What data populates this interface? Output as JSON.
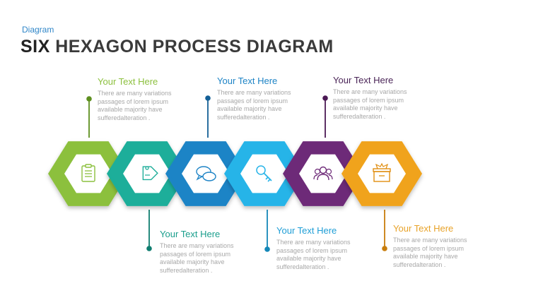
{
  "header": {
    "subtitle": "Diagram",
    "title_word1": "SIX",
    "title_rest": "HEXAGON PROCESS DIAGRAM"
  },
  "colors": {
    "accent_blue": "#2f86c8",
    "text_grey": "#a8a8a8"
  },
  "steps": [
    {
      "title": "Your Text Here",
      "body": "There are many variations passages of lorem ipsum available  majority have sufferedalteration .",
      "icon": "clipboard-icon",
      "color": "#8cc03e",
      "color_dark": "#5d8f1f",
      "title_color": "#8cc03e"
    },
    {
      "title": "Your Text Here",
      "body": "There are many variations passages of lorem ipsum available  majority have sufferedalteration .",
      "icon": "tag-icon",
      "color": "#1fae9a",
      "color_dark": "#0f7d6f",
      "title_color": "#1a9e8c"
    },
    {
      "title": "Your Text Here",
      "body": "There are many variations passages of lorem ipsum available  majority have sufferedalteration .",
      "icon": "chat-bubbles-icon",
      "color": "#1e84c6",
      "color_dark": "#135f96",
      "title_color": "#1e84c6"
    },
    {
      "title": "Your Text Here",
      "body": "There are many variations passages of lorem ipsum available  majority have sufferedalteration .",
      "icon": "key-icon",
      "color": "#28b4e8",
      "color_dark": "#1487b8",
      "title_color": "#1f9ed6"
    },
    {
      "title": "Your Text Here",
      "body": "There are many variations passages of lorem ipsum available  majority have sufferedalteration .",
      "icon": "users-icon",
      "color": "#6e2a78",
      "color_dark": "#4b1854",
      "title_color": "#4a2457"
    },
    {
      "title": "Your Text Here",
      "body": "There are many variations passages of lorem ipsum available  majority have sufferedalteration .",
      "icon": "gift-box-icon",
      "color": "#f0a31c",
      "color_dark": "#c87d0c",
      "title_color": "#e8a32a"
    }
  ]
}
